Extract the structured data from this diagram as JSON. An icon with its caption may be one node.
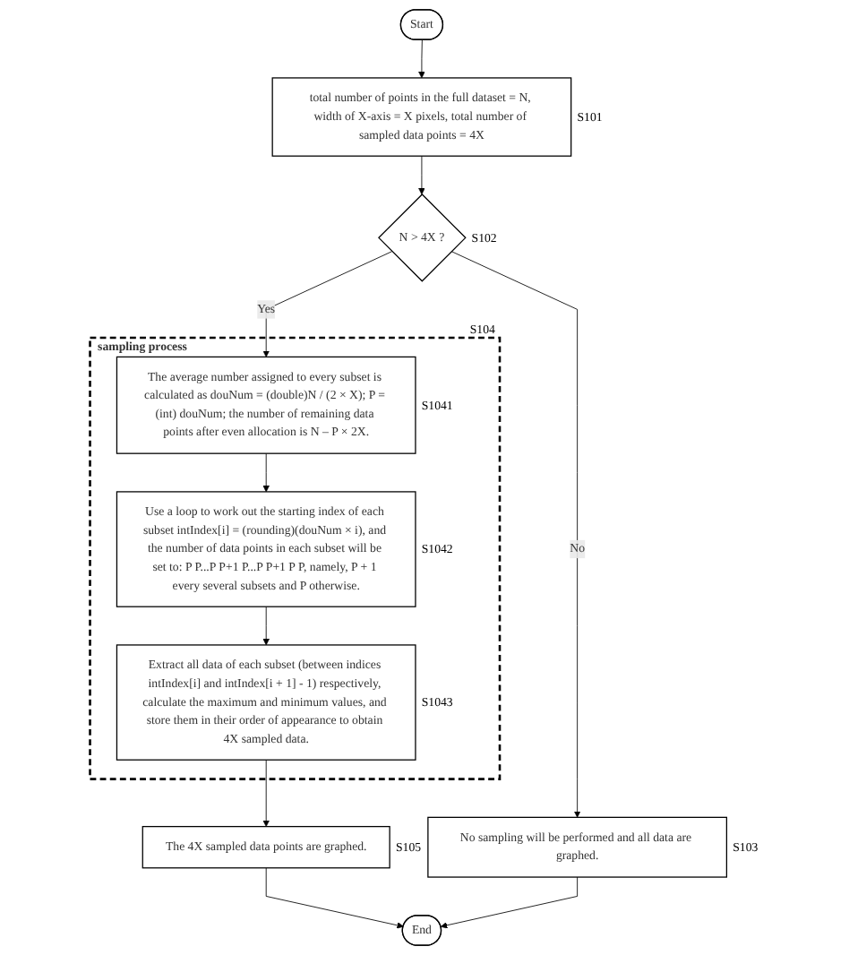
{
  "diagram": {
    "nodes": [
      {
        "text": [
          "Start"
        ]
      },
      {
        "text": [
          "total number of points in the full dataset = N, width of X-axis = X pixels, total number of sampled data points = 4X"
        ],
        "beside": [
          "S101"
        ]
      },
      {
        "text": [
          "N > 4X ?"
        ],
        "beside": [
          "S102"
        ]
      },
      {
        "text": [
          "No sampling will be performed and all data are graphed."
        ],
        "beside": [
          "S103"
        ]
      },
      {
        "text": [
          "sampling process"
        ],
        "beside": [
          "S104"
        ]
      },
      {
        "text": [
          "The average number assigned to every subset is calculated as douNum = (double)N / (2 × X); P = (int) douNum; the number of remaining data points after even allocation is N – P × 2X."
        ],
        "in": 4,
        "beside": [
          "S1041"
        ]
      },
      {
        "text": [
          "Use a loop to work out the starting index of each subset intIndex[i] = (rounding)(douNum × i), and the number of data points in each subset will be set to: P P...P P+1 P...P P+1 P P, namely, P + 1 every several subsets and P otherwise."
        ],
        "in": 4,
        "beside": [
          "S1042"
        ]
      },
      {
        "text": [
          "Extract all data of each subset (between indices intIndex[i] and intIndex[i + 1] - 1) respectively, calculate the maximum and minimum values, and store them in their order of appearance to obtain 4X sampled data."
        ],
        "in": 4,
        "beside": [
          "S1043"
        ]
      },
      {
        "text": [
          "The 4X sampled data points are graphed."
        ],
        "beside": [
          "S105"
        ]
      },
      {
        "text": [
          "End"
        ]
      }
    ],
    "edges": [
      {
        "from": 0,
        "to": 1,
        "arrow": "to"
      },
      {
        "from": 1,
        "to": 2,
        "arrow": "to"
      },
      {
        "from": 2,
        "to": 3,
        "arrow": "to",
        "label": "No"
      },
      {
        "from": 2,
        "to": 5,
        "arrow": "to",
        "label": "Yes"
      },
      {
        "from": 5,
        "to": 6,
        "arrow": "to"
      },
      {
        "from": 6,
        "to": 7,
        "arrow": "to"
      },
      {
        "from": 7,
        "to": 8,
        "arrow": "to"
      },
      {
        "from": 8,
        "to": 9,
        "arrow": "to"
      },
      {
        "from": 3,
        "to": 9,
        "arrow": "to"
      }
    ]
  }
}
